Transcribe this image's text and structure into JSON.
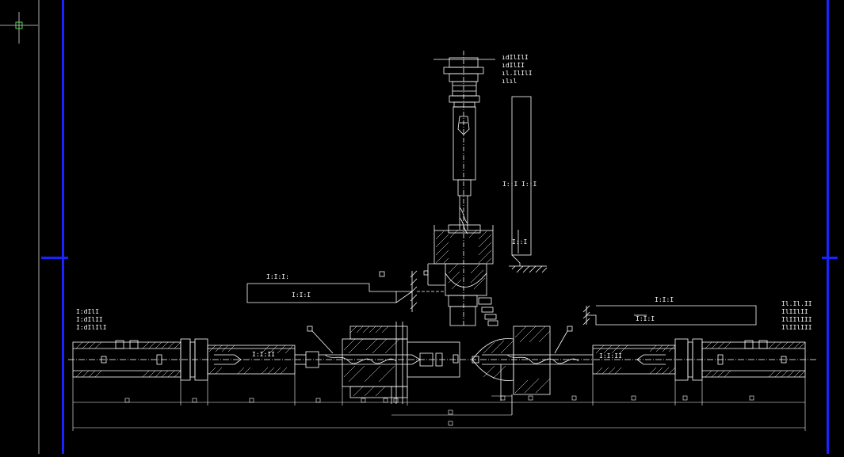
{
  "viewport": {
    "background": "#000000",
    "border_color": "#1a22ff",
    "line_color": "#ffffff",
    "cursor_color": "#5fd35f"
  },
  "labels": {
    "vert_spec_1": "ıdIlIlI",
    "vert_spec_2": "ıdIlII",
    "vert_spec_3": "ıl.IlIlI",
    "vert_spec_4": "ılıl",
    "left_bar_1": "I:I:I:",
    "left_bar_2": "I:I:I",
    "left_spec_1": "I:dIlI",
    "left_spec_2": "I:dIlII",
    "left_spec_3": "I:dIlIlI",
    "right_bar_1": "I:I:I",
    "right_bar_2": "I:I:I",
    "right_spec_1": "Il.Il.II",
    "right_spec_2": "IlIIlII",
    "right_spec_3": "IlIIlIII",
    "right_spec_4": "IlIIlIII",
    "side_bar_1": "I::I",
    "side_bar_2": "I::I",
    "side_bar_3": "I::I",
    "left_shaft_1": "I:I:II",
    "right_shaft_1": "I:I:II"
  }
}
